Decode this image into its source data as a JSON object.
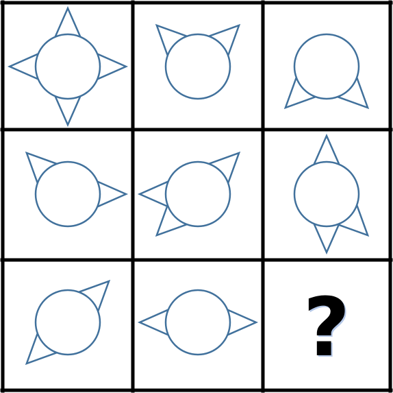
{
  "puzzle": {
    "stroke_color": "#41719C",
    "question_mark": "?",
    "question_mark_color": "#000000",
    "question_mark_shadow": "#B4C7E7",
    "cells": [
      {
        "name": "cell-r1-c1",
        "triangles": [
          "top",
          "right",
          "bottom",
          "left"
        ]
      },
      {
        "name": "cell-r1-c2",
        "triangles": [
          "top-left",
          "top-right"
        ]
      },
      {
        "name": "cell-r1-c3",
        "triangles": [
          "bottom-left",
          "bottom-right"
        ]
      },
      {
        "name": "cell-r2-c1",
        "triangles": [
          "top-left",
          "right"
        ]
      },
      {
        "name": "cell-r2-c2",
        "triangles": [
          "left",
          "top-right",
          "bottom-left"
        ]
      },
      {
        "name": "cell-r2-c3",
        "triangles": [
          "top",
          "bottom",
          "bottom-right"
        ]
      },
      {
        "name": "cell-r3-c1",
        "triangles": [
          "top-right",
          "bottom-left"
        ]
      },
      {
        "name": "cell-r3-c2",
        "triangles": [
          "left",
          "right"
        ]
      },
      {
        "name": "cell-r3-c3",
        "triangles": [],
        "is_question": true
      }
    ]
  }
}
